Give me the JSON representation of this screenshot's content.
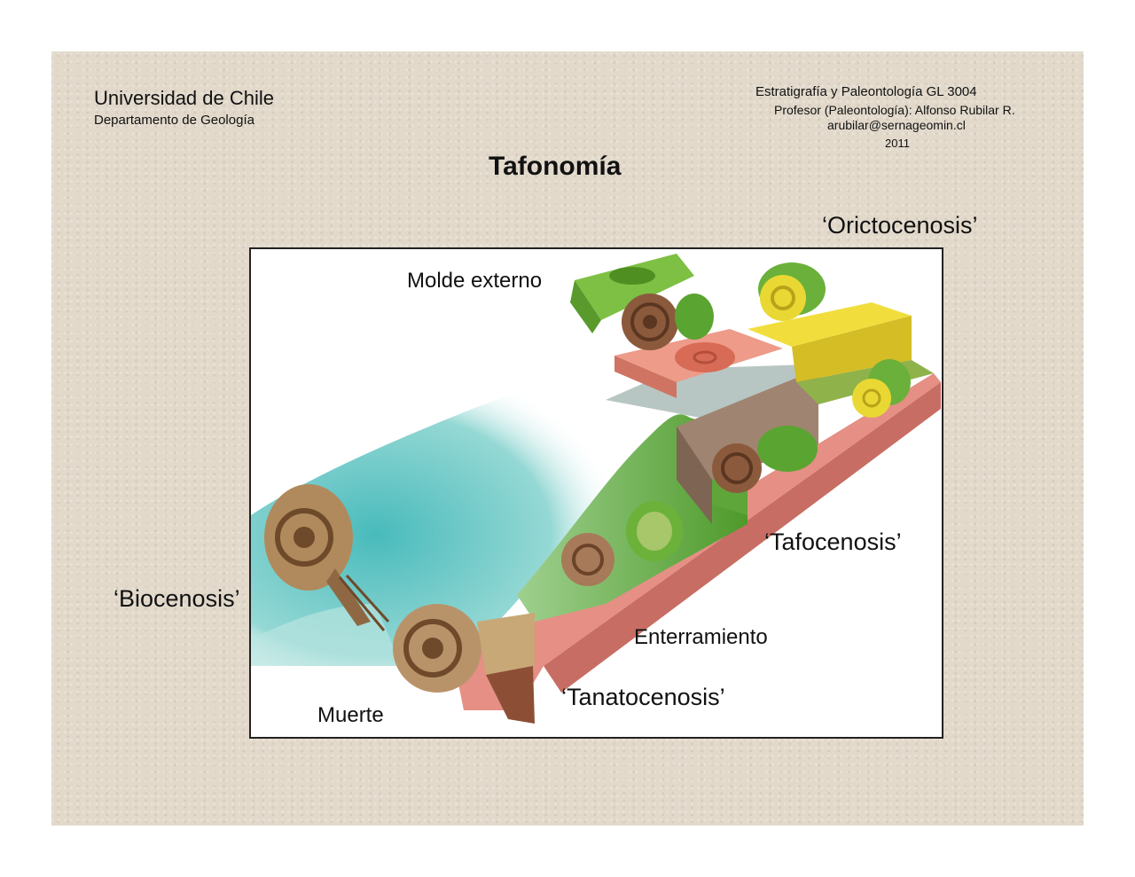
{
  "header": {
    "university": "Universidad de Chile",
    "department": "Departamento de Geología",
    "course": "Estratigrafía y Paleontología GL 3004",
    "professor": "Profesor (Paleontología): Alfonso Rubilar R.",
    "email": "arubilar@sernageomin.cl",
    "year": "2011"
  },
  "title": "Tafonomía",
  "labels": {
    "orictocenosis": "‘Orictocenosis’",
    "biocenosis": "‘Biocenosis’",
    "molde_externo": "Molde externo",
    "tafocenosis": "‘Tafocenosis’",
    "enterramiento": "Enterramiento",
    "tanatocenosis": "‘Tanatocenosis’",
    "muerte": "Muerte"
  },
  "colors": {
    "slide_background": "#e2d9cb",
    "water": "#5bc2c0",
    "sediment_green": "#6cab3a",
    "sediment_pink": "#e58f85",
    "sediment_yellow": "#e5d23a",
    "shell_brown": "#8a5a3c"
  }
}
